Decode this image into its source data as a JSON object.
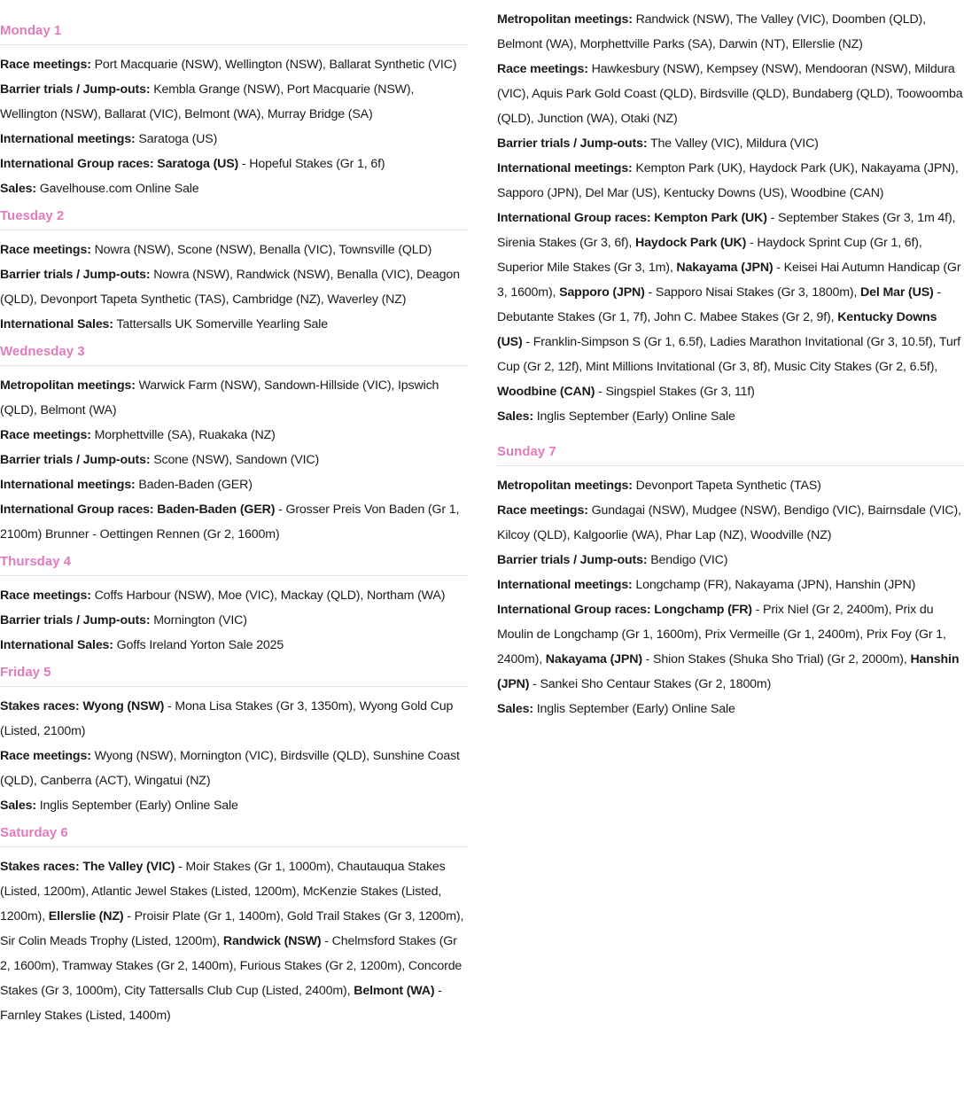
{
  "days": [
    {
      "title": "Monday 1",
      "entries": [
        [
          {
            "b": "Race meetings:"
          },
          {
            "t": " Port Macquarie (NSW), Wellington (NSW), Ballarat Synthetic (VIC)"
          }
        ],
        [
          {
            "b": "Barrier trials / Jump-outs:"
          },
          {
            "t": " Kembla Grange (NSW), Port Macquarie (NSW), Wellington (NSW), Ballarat (VIC), Belmont (WA), Murray Bridge (SA)"
          }
        ],
        [
          {
            "b": "International meetings:"
          },
          {
            "t": " Saratoga (US)"
          }
        ],
        [
          {
            "b": "International Group races: Saratoga (US)"
          },
          {
            "t": " - Hopeful Stakes (Gr 1, 6f)"
          }
        ],
        [
          {
            "b": "Sales:"
          },
          {
            "t": " Gavelhouse.com Online Sale"
          }
        ]
      ]
    },
    {
      "title": "Tuesday 2",
      "entries": [
        [
          {
            "b": "Race meetings:"
          },
          {
            "t": " Nowra (NSW), Scone (NSW), Benalla (VIC), Townsville (QLD)"
          }
        ],
        [
          {
            "b": "Barrier trials / Jump-outs:"
          },
          {
            "t": " Nowra (NSW), Randwick (NSW), Benalla (VIC), Deagon (QLD), Devonport Tapeta Synthetic (TAS), Cambridge (NZ), Waverley (NZ)"
          }
        ],
        [
          {
            "b": "International Sales:"
          },
          {
            "t": " Tattersalls UK Somerville Yearling Sale"
          }
        ]
      ]
    },
    {
      "title": "Wednesday 3",
      "entries": [
        [
          {
            "b": "Metropolitan meetings:"
          },
          {
            "t": " Warwick Farm (NSW), Sandown-Hillside (VIC), Ipswich (QLD), Belmont (WA)"
          }
        ],
        [
          {
            "b": "Race meetings:"
          },
          {
            "t": " Morphettville (SA), Ruakaka (NZ)"
          }
        ],
        [
          {
            "b": "Barrier trials / Jump-outs:"
          },
          {
            "t": " Scone (NSW), Sandown (VIC)"
          }
        ],
        [
          {
            "b": "International meetings:"
          },
          {
            "t": " Baden-Baden (GER)"
          }
        ],
        [
          {
            "b": "International Group races: Baden-Baden (GER)"
          },
          {
            "t": " - Grosser Preis Von Baden (Gr 1, 2100m) Brunner - Oettingen Rennen (Gr 2, 1600m)"
          }
        ]
      ]
    },
    {
      "title": "Thursday 4",
      "entries": [
        [
          {
            "b": "Race meetings:"
          },
          {
            "t": " Coffs Harbour (NSW), Moe (VIC), Mackay (QLD), Northam (WA)"
          }
        ],
        [
          {
            "b": "Barrier trials / Jump-outs:"
          },
          {
            "t": " Mornington (VIC)"
          }
        ],
        [
          {
            "b": "International Sales:"
          },
          {
            "t": " Goffs Ireland Yorton Sale 2025"
          }
        ]
      ]
    },
    {
      "title": "Friday 5",
      "entries": [
        [
          {
            "b": "Stakes races: Wyong (NSW)"
          },
          {
            "t": " - Mona Lisa Stakes (Gr 3, 1350m), Wyong Gold Cup (Listed, 2100m)"
          }
        ],
        [
          {
            "b": "Race meetings:"
          },
          {
            "t": " Wyong (NSW), Mornington (VIC), Birdsville (QLD), Sunshine Coast (QLD), Canberra (ACT), Wingatui (NZ)"
          }
        ],
        [
          {
            "b": "Sales:"
          },
          {
            "t": " Inglis September (Early) Online Sale"
          }
        ]
      ]
    },
    {
      "title": "Saturday 6",
      "entries": [
        [
          {
            "b": "Stakes races: The Valley (VIC)"
          },
          {
            "t": " - Moir Stakes (Gr 1, 1000m), Chautauqua Stakes (Listed, 1200m), Atlantic Jewel Stakes (Listed, 1200m), McKenzie Stakes (Listed, 1200m), "
          },
          {
            "b": "Ellerslie (NZ)"
          },
          {
            "t": " - Proisir Plate (Gr 1, 1400m), Gold Trail Stakes (Gr 3, 1200m), Sir Colin Meads Trophy (Listed, 1200m), "
          },
          {
            "b": "Randwick (NSW)"
          },
          {
            "t": " - Chelmsford Stakes (Gr 2, 1600m), Tramway Stakes (Gr 2, 1400m), Furious Stakes (Gr 2, 1200m), Concorde Stakes (Gr 3, 1000m), City Tattersalls Club Cup (Listed, 2400m), "
          },
          {
            "b": "Belmont (WA)"
          },
          {
            "t": " - Farnley Stakes (Listed, 1400m)"
          }
        ],
        [
          {
            "b": "Metropolitan meetings:"
          },
          {
            "t": " Randwick (NSW), The Valley (VIC), Doomben (QLD), Belmont (WA), Morphettville Parks (SA), Darwin (NT), Ellerslie (NZ)"
          }
        ],
        [
          {
            "b": "Race meetings:"
          },
          {
            "t": " Hawkesbury (NSW), Kempsey (NSW), Mendooran (NSW), Mildura (VIC), Aquis Park Gold Coast (QLD), Birdsville (QLD), Bundaberg (QLD), Toowoomba (QLD), Junction (WA), Otaki (NZ)"
          }
        ],
        [
          {
            "b": "Barrier trials / Jump-outs:"
          },
          {
            "t": " The Valley (VIC), Mildura (VIC)"
          }
        ],
        [
          {
            "b": "International meetings:"
          },
          {
            "t": " Kempton Park (UK), Haydock Park (UK), Nakayama (JPN), Sapporo (JPN), Del Mar (US), Kentucky Downs (US), Woodbine (CAN)"
          }
        ],
        [
          {
            "b": "International Group races: Kempton Park (UK)"
          },
          {
            "t": " - September Stakes (Gr 3, 1m 4f), Sirenia Stakes (Gr 3, 6f), "
          },
          {
            "b": "Haydock Park (UK)"
          },
          {
            "t": " - Haydock Sprint Cup (Gr 1, 6f), Superior Mile Stakes (Gr 3, 1m), "
          },
          {
            "b": "Nakayama (JPN)"
          },
          {
            "t": " - Keisei Hai Autumn Handicap (Gr 3, 1600m), "
          },
          {
            "b": "Sapporo (JPN)"
          },
          {
            "t": " - Sapporo Nisai Stakes (Gr 3, 1800m), "
          },
          {
            "b": "Del Mar (US)"
          },
          {
            "t": " - Debutante Stakes (Gr 1, 7f), John C. Mabee Stakes (Gr 2, 9f), "
          },
          {
            "b": "Kentucky Downs (US)"
          },
          {
            "t": " - Franklin-Simpson S (Gr 1, 6.5f), Ladies Marathon Invitational (Gr 3, 10.5f), Turf Cup (Gr 2, 12f), Mint Millions Invitational (Gr 3, 8f), Music City Stakes (Gr 2, 6.5f), "
          },
          {
            "b": "Woodbine (CAN)"
          },
          {
            "t": " - Singspiel Stakes (Gr 3, 11f)"
          }
        ],
        [
          {
            "b": "Sales:"
          },
          {
            "t": " Inglis September (Early) Online Sale"
          }
        ]
      ]
    },
    {
      "title": "Sunday 7",
      "entries": [
        [
          {
            "b": "Metropolitan meetings:"
          },
          {
            "t": " Devonport Tapeta Synthetic (TAS)"
          }
        ],
        [
          {
            "b": "Race meetings:"
          },
          {
            "t": " Gundagai (NSW), Mudgee (NSW), Bendigo (VIC), Bairnsdale (VIC), Kilcoy (QLD), Kalgoorlie (WA), Phar Lap (NZ), Woodville (NZ)"
          }
        ],
        [
          {
            "b": "Barrier trials / Jump-outs:"
          },
          {
            "t": " Bendigo (VIC)"
          }
        ],
        [
          {
            "b": "International meetings:"
          },
          {
            "t": " Longchamp (FR), Nakayama (JPN), Hanshin (JPN)"
          }
        ],
        [
          {
            "b": "International Group races: Longchamp (FR)"
          },
          {
            "t": " - Prix Niel (Gr 2, 2400m), Prix du Moulin de Longchamp (Gr 1, 1600m), Prix Vermeille (Gr 1, 2400m), Prix Foy (Gr 1, 2400m), "
          },
          {
            "b": "Nakayama (JPN)"
          },
          {
            "t": " - Shion Stakes (Shuka Sho Trial) (Gr 2, 2000m), "
          },
          {
            "b": "Hanshin (JPN)"
          },
          {
            "t": " - Sankei Sho Centaur Stakes (Gr 2, 1800m)"
          }
        ],
        [
          {
            "b": "Sales:"
          },
          {
            "t": " Inglis September (Early) Online Sale"
          }
        ]
      ]
    }
  ]
}
